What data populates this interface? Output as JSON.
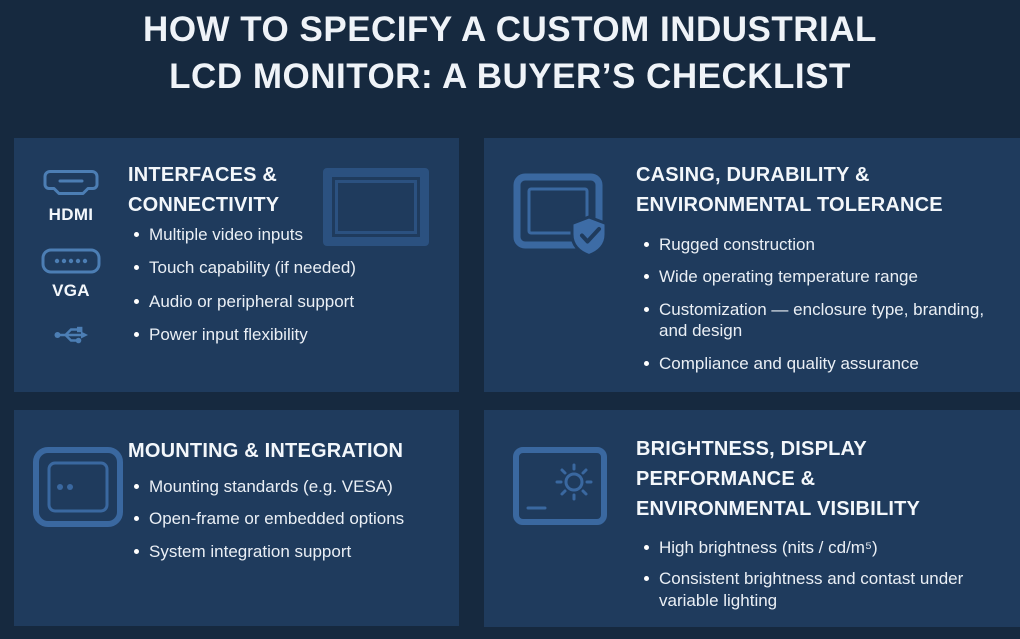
{
  "title": {
    "line1": "HOW TO SPECIFY A CUSTOM INDUSTRIAL",
    "line2": "LCD MONITOR: A BUYER’S CHECKLIST"
  },
  "colors": {
    "background": "#16293F",
    "card_background": "#1F3B5D",
    "icon_light_blue": "#4C7EB4",
    "icon_mid_blue": "#3A68A0",
    "outline_blue": "#2B5180",
    "shield_blue": "#3D6CA6",
    "text": "#EFF3F8"
  },
  "cards": {
    "interfaces": {
      "heading_line1": "INTERFACES &",
      "heading_line2": "CONNECTIVITY",
      "hdmi_label": "HDMI",
      "vga_label": "VGA",
      "icons": [
        "hdmi-port-icon",
        "vga-port-icon",
        "usb-icon",
        "monitor-outline-icon"
      ],
      "bullets": [
        "Multiple video inputs",
        "Touch capability (if needed)",
        "Audio or peripheral support",
        "Power input flexibility"
      ]
    },
    "casing": {
      "heading_line1": "CASING, DURABILITY &",
      "heading_line2": "ENVIRONMENTAL TOLERANCE",
      "icon": "rugged-monitor-shield-icon",
      "bullets": [
        "Rugged construction",
        "Wide operating temperature range",
        "Customization — enclosure type, branding, and design",
        "Compliance and quality assurance"
      ]
    },
    "mounting": {
      "heading": "MOUNTING & INTEGRATION",
      "icon": "vesa-mount-icon",
      "bullets": [
        "Mounting standards (e.g. VESA)",
        "Open-frame or embedded options",
        "System integration support"
      ]
    },
    "brightness": {
      "heading_line1": "BRIGHTNESS, DISPLAY",
      "heading_line2": "PERFORMANCE &",
      "heading_line3": "ENVIRONMENTAL VISIBILITY",
      "icon": "brightness-monitor-icon",
      "bullets": [
        "High brightness (nits / cd/m⁵)",
        "Consistent brightness and contast under variable lighting"
      ]
    }
  }
}
